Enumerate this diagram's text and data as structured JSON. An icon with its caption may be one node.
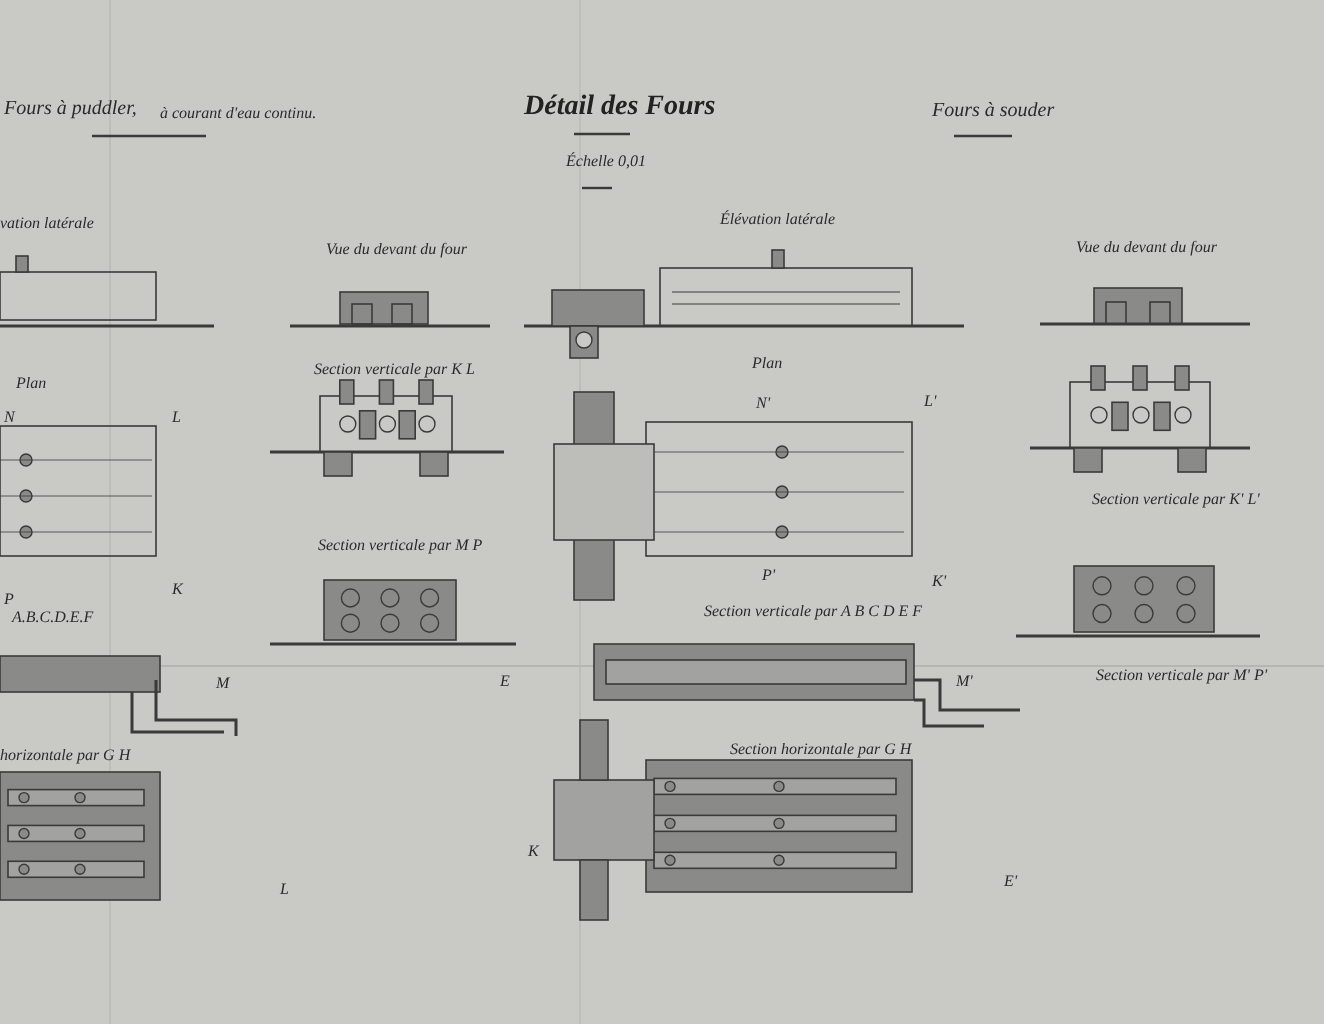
{
  "diagram": {
    "title": "Détail des Fours",
    "labels": [
      "Fours à puddler,",
      "à courant d'eau continu.",
      "Fours à souder",
      "Échelle 0,01",
      "vation latérale",
      "Vue du devant du four",
      "Élévation latérale",
      "Vue du devant du four",
      "Section verticale par K L",
      "Plan",
      "N",
      "L",
      "Plan",
      "N'",
      "L'",
      "Section verticale par K' L'",
      "P",
      "K",
      "P'",
      "K'",
      "A.B.C.D.E.F",
      "Section verticale par M P",
      "Section verticale par A B C D E F",
      "M",
      "E",
      "M'",
      "Section verticale par M' P'",
      "horizontale par G H",
      "Section horizontale par G H",
      "L",
      "K",
      "E'"
    ]
  }
}
